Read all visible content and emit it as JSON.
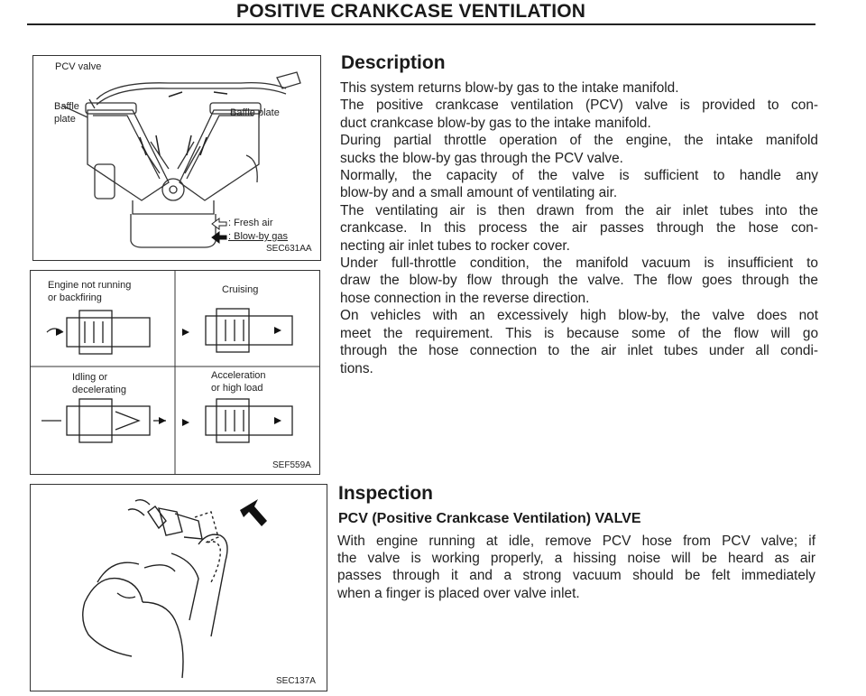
{
  "header": {
    "title": "POSITIVE CRANKCASE VENTILATION"
  },
  "figures": {
    "engine": {
      "labels": {
        "pcv_valve": "PCV valve",
        "baffle_plate_left_1": "Baffle",
        "baffle_plate_left_2": "plate",
        "baffle_plate_right": "Baffle plate",
        "fresh_air": ": Fresh air",
        "blow_by_gas": ": Blow-by gas"
      },
      "code": "SEC631AA"
    },
    "valve_states": {
      "engine_not_running_1": "Engine not running",
      "engine_not_running_2": "or backfiring",
      "cruising": "Cruising",
      "idling_1": "Idling or",
      "idling_2": "decelerating",
      "accel_1": "Acceleration",
      "accel_2": "or high load",
      "code": "SEF559A"
    },
    "hand": {
      "code": "SEC137A"
    }
  },
  "description": {
    "heading": "Description",
    "lines": [
      "This system returns blow-by gas to the intake manifold.",
      "The positive crankcase ventilation (PCV) valve is provided to con-",
      "duct crankcase blow-by gas to the intake manifold.",
      "During partial throttle operation of the engine, the intake manifold",
      "sucks the blow-by gas through the PCV valve.",
      "Normally, the capacity of the valve is sufficient to handle any",
      "blow-by and a small amount of ventilating air.",
      "The ventilating air is then drawn from the air inlet tubes into the",
      "crankcase. In this process the air passes through the hose con-",
      "necting air inlet tubes to rocker cover.",
      "Under full-throttle condition, the manifold vacuum is insufficient to",
      "draw the blow-by flow through the valve. The flow goes through the",
      "hose connection in the reverse direction.",
      "On vehicles with an excessively high blow-by, the valve does not",
      "meet the requirement. This is because some of the flow will go",
      "through the hose connection to the air inlet tubes under all condi-",
      "tions."
    ]
  },
  "inspection": {
    "heading": "Inspection",
    "subheading": "PCV (Positive Crankcase Ventilation) VALVE",
    "lines": [
      "With engine running at idle, remove PCV hose from PCV valve; if",
      "the valve is working properly, a hissing noise will be heard as air",
      "passes through it and a strong vacuum should be felt immediately",
      "when a finger is placed over valve inlet."
    ]
  }
}
